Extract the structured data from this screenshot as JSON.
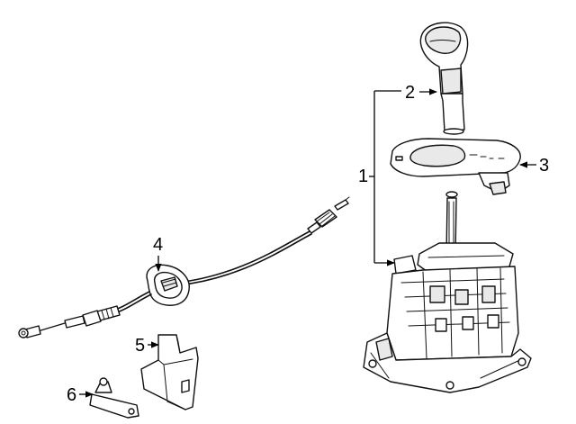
{
  "diagram": {
    "callouts": [
      {
        "id": "1",
        "label": "1",
        "part": "shifter-assembly"
      },
      {
        "id": "2",
        "label": "2",
        "part": "shift-knob"
      },
      {
        "id": "3",
        "label": "3",
        "part": "shift-indicator-bezel"
      },
      {
        "id": "4",
        "label": "4",
        "part": "shift-control-cable"
      },
      {
        "id": "5",
        "label": "5",
        "part": "cable-bracket"
      },
      {
        "id": "6",
        "label": "6",
        "part": "cable-end-adapter"
      }
    ]
  }
}
